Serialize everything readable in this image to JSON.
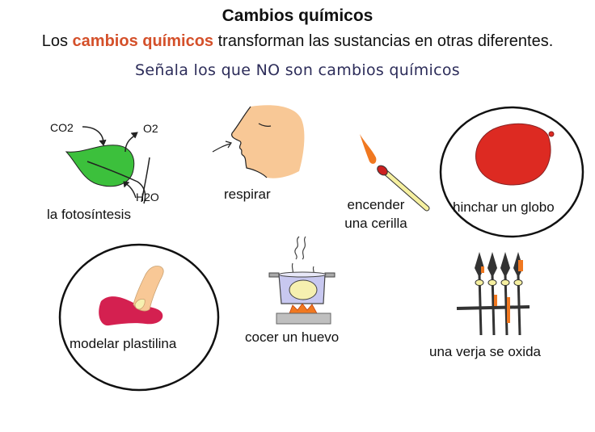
{
  "header": {
    "title": "Cambios químicos",
    "subtitle_prefix": "Los ",
    "subtitle_highlight": "cambios químicos",
    "subtitle_suffix": " transforman las sustancias en otras diferentes.",
    "instruction": "Señala los que NO son cambios químicos"
  },
  "colors": {
    "highlight": "#d4502a",
    "instruction": "#2d2d5a",
    "leaf": "#3cc03c",
    "skin": "#f8c896",
    "balloon": "#dd2a22",
    "plasticine": "#d42050",
    "pot": "#c8c8f0",
    "flame": "#f07820",
    "rust": "#f07820"
  },
  "items": [
    {
      "id": "fotosintesis",
      "label": "la fotosíntesis",
      "icon": "leaf-icon",
      "circled": false,
      "annotations": [
        "CO2",
        "O2",
        "H2O"
      ]
    },
    {
      "id": "respirar",
      "label": "respirar",
      "icon": "face-icon",
      "circled": false
    },
    {
      "id": "cerilla",
      "label_line1": "encender",
      "label_line2": "una cerilla",
      "icon": "match-icon",
      "circled": false
    },
    {
      "id": "globo",
      "label": "hinchar un globo",
      "icon": "balloon-icon",
      "circled": true
    },
    {
      "id": "plastilina",
      "label": "modelar plastilina",
      "icon": "plasticine-icon",
      "circled": true
    },
    {
      "id": "huevo",
      "label": "cocer un huevo",
      "icon": "pot-icon",
      "circled": false
    },
    {
      "id": "verja",
      "label": "una verja se oxida",
      "icon": "fence-icon",
      "circled": false
    }
  ]
}
